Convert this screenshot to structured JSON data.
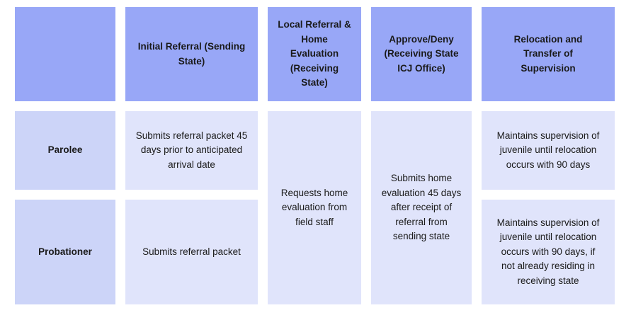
{
  "palette": {
    "header_bg": "#98a7f7",
    "label_bg": "#ccd4f8",
    "cell_bg": "#e0e4fb",
    "text": "#1a1a1a",
    "page_bg": "#ffffff"
  },
  "table": {
    "headers": [
      "",
      "Initial Referral (Sending State)",
      "Local Referral & Home Evaluation (Receiving State)",
      "Approve/Deny (Receiving State ICJ Office)",
      "Relocation and Transfer of Supervision"
    ],
    "rows": [
      {
        "label": "Parolee",
        "initial_referral": "Submits referral packet 45 days prior to anticipated arrival date",
        "relocation": "Maintains supervision of juvenile until relocation occurs with 90 days"
      },
      {
        "label": "Probationer",
        "initial_referral": "Submits referral packet",
        "relocation": "Maintains supervision of juvenile until relocation occurs with 90 days, if not already residing in  receiving state"
      }
    ],
    "merged": {
      "local_referral": "Requests home evaluation from field staff",
      "approve_deny": "Submits home evaluation 45 days after receipt of referral from sending state"
    }
  }
}
